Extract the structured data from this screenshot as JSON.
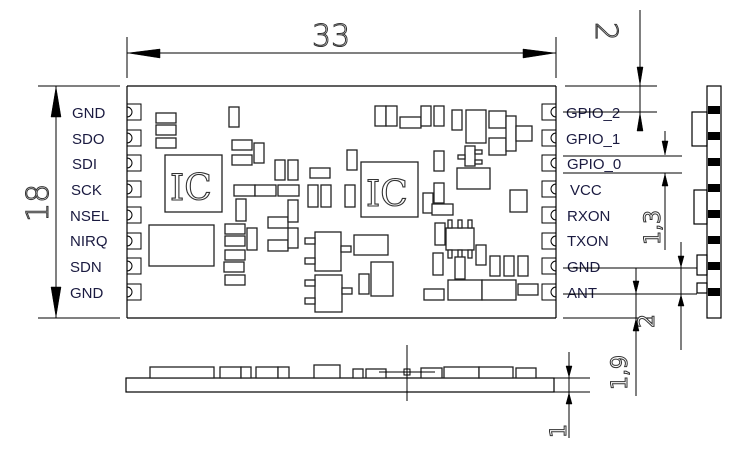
{
  "drawing": {
    "title": "RF module mechanical drawing",
    "dimensions": {
      "width": "33",
      "height": "18",
      "top_pin_offset": "2",
      "pin_pitch": "1,3",
      "bottom_pin_offset": "2",
      "ant_to_edge": "1,9",
      "pcb_thickness": "1"
    },
    "left_pins": [
      "GND",
      "SDO",
      "SDI",
      "SCK",
      "NSEL",
      "NIRQ",
      "SDN",
      "GND"
    ],
    "right_pins": [
      "GPIO_2",
      "GPIO_1",
      "GPIO_0",
      "VCC",
      "RXON",
      "TXON",
      "GND",
      "ANT"
    ],
    "ic_labels": [
      "IC",
      "IC"
    ]
  }
}
